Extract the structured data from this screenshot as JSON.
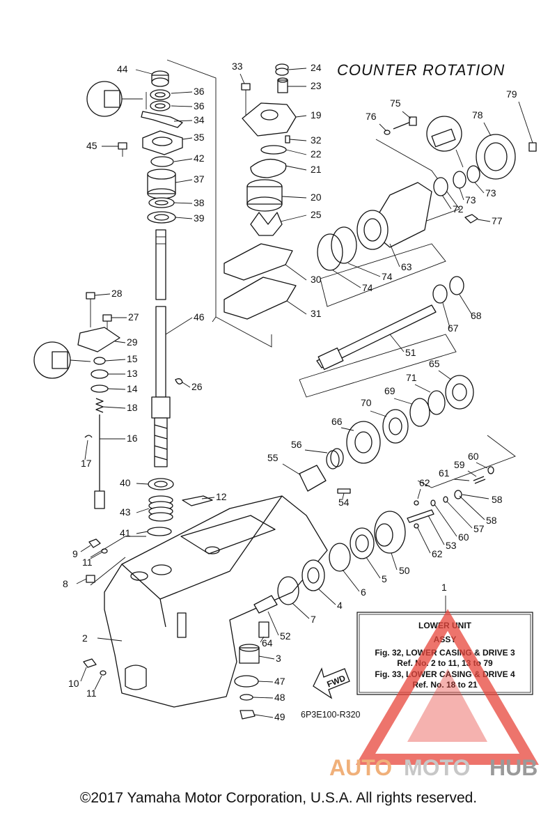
{
  "diagram_title": "COUNTER ROTATION",
  "info_box": {
    "line1": "LOWER UNIT",
    "line2": "ASSY",
    "line3": "Fig. 32, LOWER CASING & DRIVE 3",
    "line4": "Ref. No. 2 to 11, 13 to 79",
    "line5": "Fig. 33, LOWER CASING & DRIVE 4",
    "line6": "Ref. No. 18 to 21"
  },
  "fwd_label": "FWD",
  "diagram_code": "6P3E100-R320",
  "copyright": "©2017 Yamaha Motor Corporation, U.S.A. All rights reserved.",
  "watermark": {
    "part1": "AUTO",
    "part2": "MOTO",
    "part3": "HUB"
  },
  "colors": {
    "watermark_red": "#e8463c",
    "watermark_orange": "#f0a868",
    "watermark_gray": "#8c8c8c"
  },
  "callouts": [
    {
      "label": "44"
    },
    {
      "label": "36"
    },
    {
      "label": "36"
    },
    {
      "label": "34"
    },
    {
      "label": "35"
    },
    {
      "label": "45"
    },
    {
      "label": "42"
    },
    {
      "label": "37"
    },
    {
      "label": "38"
    },
    {
      "label": "39"
    },
    {
      "label": "28"
    },
    {
      "label": "27"
    },
    {
      "label": "29"
    },
    {
      "label": "15"
    },
    {
      "label": "13"
    },
    {
      "label": "14"
    },
    {
      "label": "18"
    },
    {
      "label": "16"
    },
    {
      "label": "17"
    },
    {
      "label": "46"
    },
    {
      "label": "26"
    },
    {
      "label": "40"
    },
    {
      "label": "43"
    },
    {
      "label": "12"
    },
    {
      "label": "41"
    },
    {
      "label": "9"
    },
    {
      "label": "11"
    },
    {
      "label": "8"
    },
    {
      "label": "2"
    },
    {
      "label": "10"
    },
    {
      "label": "11"
    },
    {
      "label": "33"
    },
    {
      "label": "24"
    },
    {
      "label": "23"
    },
    {
      "label": "19"
    },
    {
      "label": "32"
    },
    {
      "label": "22"
    },
    {
      "label": "21"
    },
    {
      "label": "20"
    },
    {
      "label": "25"
    },
    {
      "label": "30"
    },
    {
      "label": "31"
    },
    {
      "label": "75"
    },
    {
      "label": "76"
    },
    {
      "label": "79"
    },
    {
      "label": "78"
    },
    {
      "label": "72"
    },
    {
      "label": "73"
    },
    {
      "label": "73"
    },
    {
      "label": "77"
    },
    {
      "label": "63"
    },
    {
      "label": "74"
    },
    {
      "label": "74"
    },
    {
      "label": "67"
    },
    {
      "label": "68"
    },
    {
      "label": "51"
    },
    {
      "label": "65"
    },
    {
      "label": "71"
    },
    {
      "label": "69"
    },
    {
      "label": "70"
    },
    {
      "label": "66"
    },
    {
      "label": "56"
    },
    {
      "label": "55"
    },
    {
      "label": "54"
    },
    {
      "label": "60"
    },
    {
      "label": "59"
    },
    {
      "label": "61"
    },
    {
      "label": "62"
    },
    {
      "label": "58"
    },
    {
      "label": "58"
    },
    {
      "label": "57"
    },
    {
      "label": "60"
    },
    {
      "label": "53"
    },
    {
      "label": "62"
    },
    {
      "label": "50"
    },
    {
      "label": "5"
    },
    {
      "label": "6"
    },
    {
      "label": "4"
    },
    {
      "label": "7"
    },
    {
      "label": "52"
    },
    {
      "label": "64"
    },
    {
      "label": "3"
    },
    {
      "label": "47"
    },
    {
      "label": "48"
    },
    {
      "label": "49"
    },
    {
      "label": "1"
    }
  ]
}
